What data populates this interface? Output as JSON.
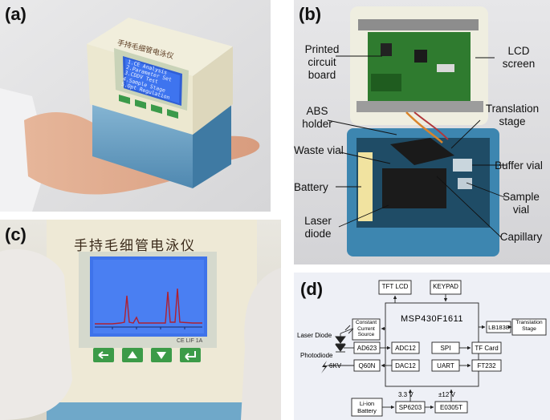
{
  "panels": {
    "a": {
      "label": "(a)"
    },
    "b": {
      "label": "(b)"
    },
    "c": {
      "label": "(c)"
    },
    "d": {
      "label": "(d)"
    }
  },
  "device_a": {
    "title_cn": "手持毛细管电泳仪",
    "menu": [
      "1.CE Analysis",
      "2.Parameter Set",
      "3.CDDV Test",
      "4.Sample Stage",
      "5.Opt Regulation"
    ]
  },
  "device_c": {
    "title_cn": "手持毛细管电泳仪",
    "model": "CE LIF 1A"
  },
  "annotations_b": {
    "pcb_line1": "Printed",
    "pcb_line2": "circuit",
    "pcb_line3": "board",
    "lcd_line1": "LCD",
    "lcd_line2": "screen",
    "abs_line1": "ABS",
    "abs_line2": "holder",
    "trans_line1": "Translation",
    "trans_line2": "stage",
    "waste": "Waste vial",
    "buffer": "Buffer vial",
    "battery": "Battery",
    "sample_line1": "Sample",
    "sample_line2": "vial",
    "laser_line1": "Laser",
    "laser_line2": "diode",
    "capillary": "Capillary"
  },
  "block_diagram": {
    "mcu": "MSP430F1611",
    "tft": "TFT LCD",
    "keypad": "KEYPAD",
    "ccs1": "Constant",
    "ccs2": "Current",
    "ccs3": "Source",
    "laser_diode": "Laser Diode",
    "photodiode": "Photodiode",
    "ad623": "AD623",
    "adc12": "ADC12",
    "spi": "SPI",
    "tf_card": "TF Card",
    "lb1838": "LB1838",
    "trans1": "Translation",
    "trans2": "Stage",
    "hv": "6KV",
    "q60n": "Q60N",
    "dac12": "DAC12",
    "uart": "UART",
    "ft232": "FT232",
    "v33": "3.3 V",
    "v12": "±12 V",
    "liion1": "Li-ion",
    "liion2": "Battery",
    "sp6203": "SP6203",
    "e0305t": "E0305T"
  }
}
